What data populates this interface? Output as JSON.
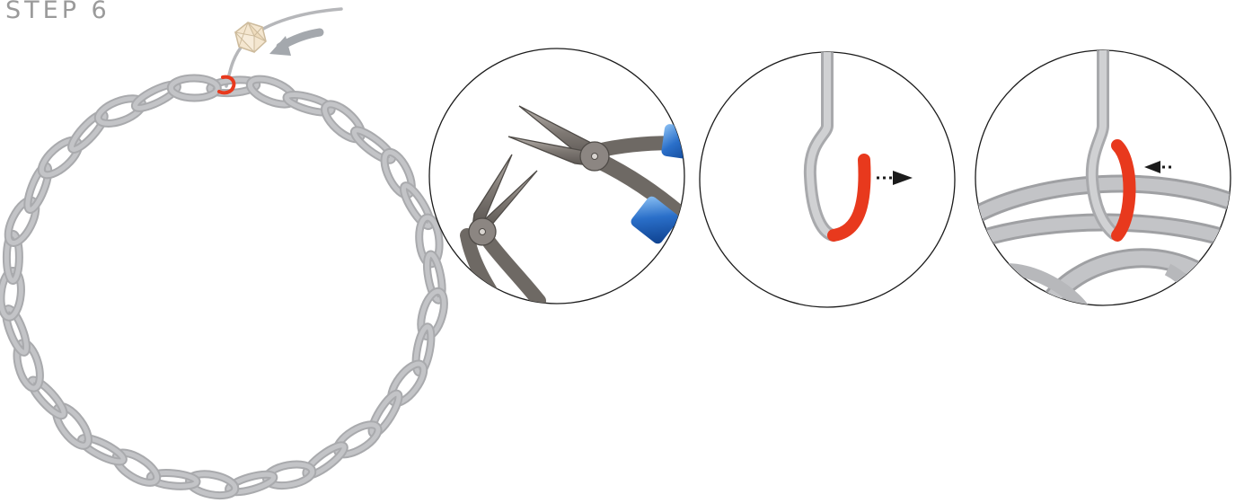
{
  "title": "STEP 6",
  "colors": {
    "wire": "#b9babd",
    "wire_dark": "#9c9da0",
    "chain": "#c3c4c7",
    "chain_edge": "#a9aaad",
    "open_ring": "#e8391d",
    "plier_metal": "#8c8682",
    "plier_handle": "#2a6fc9",
    "outline": "#1b1b1b",
    "arrow": "#a4a8ad"
  },
  "icons": [
    "chain-bracelet",
    "crystal-bead",
    "direction-arrow",
    "round-nose-pliers",
    "jump-ring-open",
    "jump-ring-close"
  ]
}
